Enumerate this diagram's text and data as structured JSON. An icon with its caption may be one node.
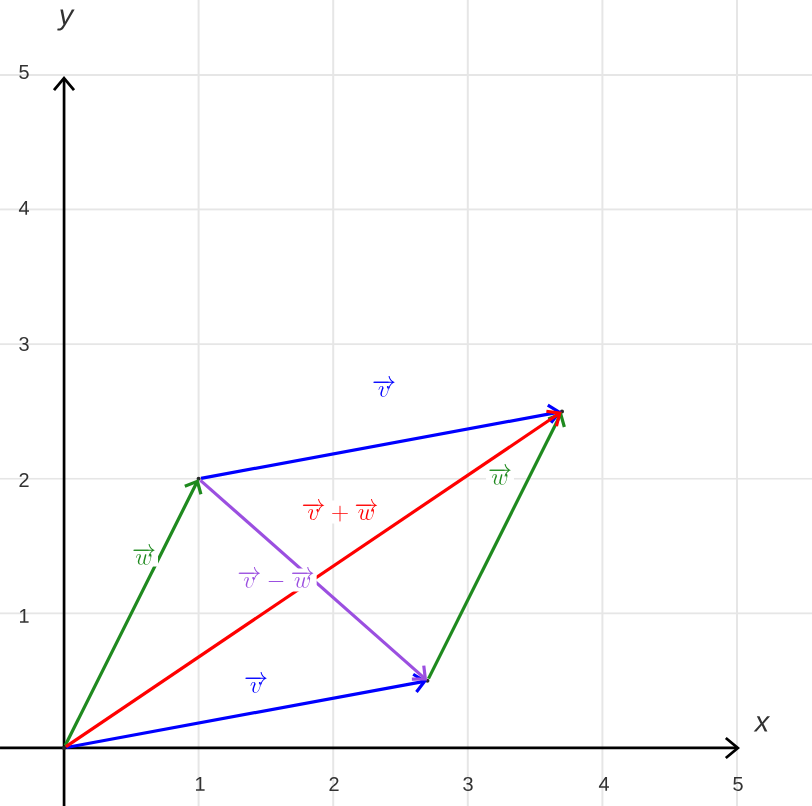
{
  "diagram": {
    "nodes": [
      {
        "text": [],
        "shape": "point"
      },
      {
        "text": [],
        "shape": "point"
      },
      {
        "text": [],
        "shape": "point"
      },
      {
        "text": [],
        "shape": "point"
      }
    ],
    "edges": [
      {
        "from": 0,
        "to": 1,
        "arrow": "to",
        "label": "\\overrightarrow{v}",
        "color": "#0000ff"
      },
      {
        "from": 0,
        "to": 2,
        "arrow": "to",
        "label": "\\overrightarrow{w}",
        "color": "#1f8a1f"
      },
      {
        "from": 2,
        "to": 3,
        "arrow": "to",
        "label": "\\overrightarrow{v}",
        "color": "#0000ff"
      },
      {
        "from": 1,
        "to": 3,
        "arrow": "to",
        "label": "\\overrightarrow{w}",
        "color": "#1f8a1f"
      },
      {
        "from": 0,
        "to": 3,
        "arrow": "to",
        "label": "\\overrightarrow{v}+\\overrightarrow{w}",
        "color": "#ff0000"
      },
      {
        "from": 2,
        "to": 1,
        "arrow": "to",
        "label": "\\overrightarrow{v}-\\overrightarrow{w}",
        "color": "#9b4fe0"
      }
    ],
    "labels": [
      "y",
      "5",
      "4",
      "3",
      "2",
      "1",
      "x",
      "1",
      "2",
      "3",
      "4",
      "5"
    ]
  }
}
